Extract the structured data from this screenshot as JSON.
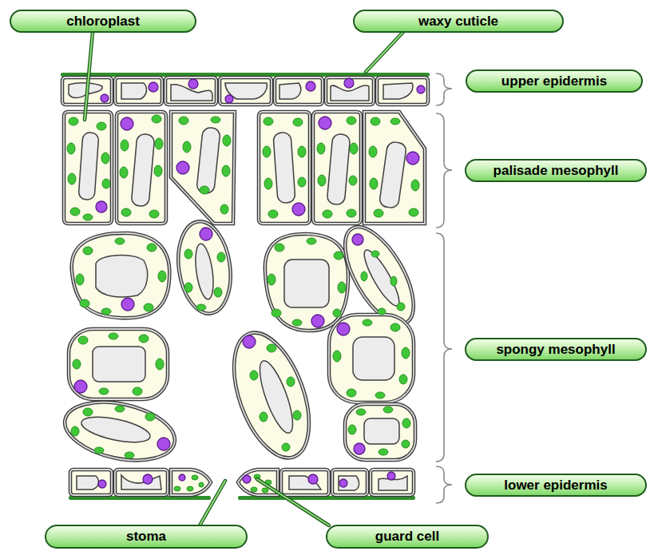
{
  "diagram": {
    "nodes": [
      {
        "text": [
          "chloroplast"
        ]
      },
      {
        "text": [
          "waxy cuticle"
        ]
      },
      {
        "text": [
          "upper epidermis"
        ]
      },
      {
        "text": [
          "palisade mesophyll"
        ]
      },
      {
        "text": [
          "spongy mesophyll"
        ]
      },
      {
        "text": [
          "lower epidermis"
        ]
      },
      {
        "text": [
          "stoma"
        ]
      },
      {
        "text": [
          "guard cell"
        ]
      }
    ]
  }
}
